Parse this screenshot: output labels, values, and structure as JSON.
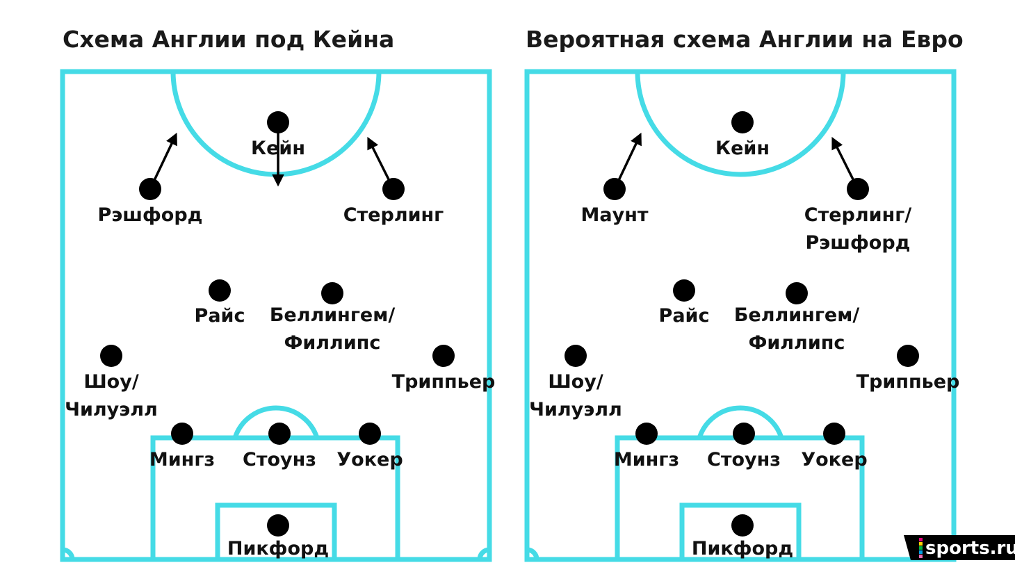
{
  "titles": [
    "Схема Англии под Кейна",
    "Вероятная схема Англии на Евро"
  ],
  "pitches": [
    {
      "players": [
        {
          "lines": [
            "Кейн"
          ]
        },
        {
          "lines": [
            "Рэшфорд"
          ]
        },
        {
          "lines": [
            "Стерлинг"
          ]
        },
        {
          "lines": [
            "Райс"
          ]
        },
        {
          "lines": [
            "Беллингем/",
            "Филлипс"
          ]
        },
        {
          "lines": [
            "Шоу/",
            "Чилуэлл"
          ]
        },
        {
          "lines": [
            "Триппьер"
          ]
        },
        {
          "lines": [
            "Мингз"
          ]
        },
        {
          "lines": [
            "Стоунз"
          ]
        },
        {
          "lines": [
            "Уокер"
          ]
        },
        {
          "lines": [
            "Пикфорд"
          ]
        }
      ]
    },
    {
      "players": [
        {
          "lines": [
            "Кейн"
          ]
        },
        {
          "lines": [
            "Маунт"
          ]
        },
        {
          "lines": [
            "Стерлинг/",
            "Рэшфорд"
          ]
        },
        {
          "lines": [
            "Райс"
          ]
        },
        {
          "lines": [
            "Беллингем/",
            "Филлипс"
          ]
        },
        {
          "lines": [
            "Шоу/",
            "Чилуэлл"
          ]
        },
        {
          "lines": [
            "Триппьер"
          ]
        },
        {
          "lines": [
            "Мингз"
          ]
        },
        {
          "lines": [
            "Стоунз"
          ]
        },
        {
          "lines": [
            "Уокер"
          ]
        },
        {
          "lines": [
            "Пикфорд"
          ]
        }
      ]
    }
  ],
  "logo": {
    "text": "sports.ru"
  },
  "colors": {
    "pitch_line": "#45dbe6",
    "player": "#000000",
    "logo_bg": "#000000"
  }
}
